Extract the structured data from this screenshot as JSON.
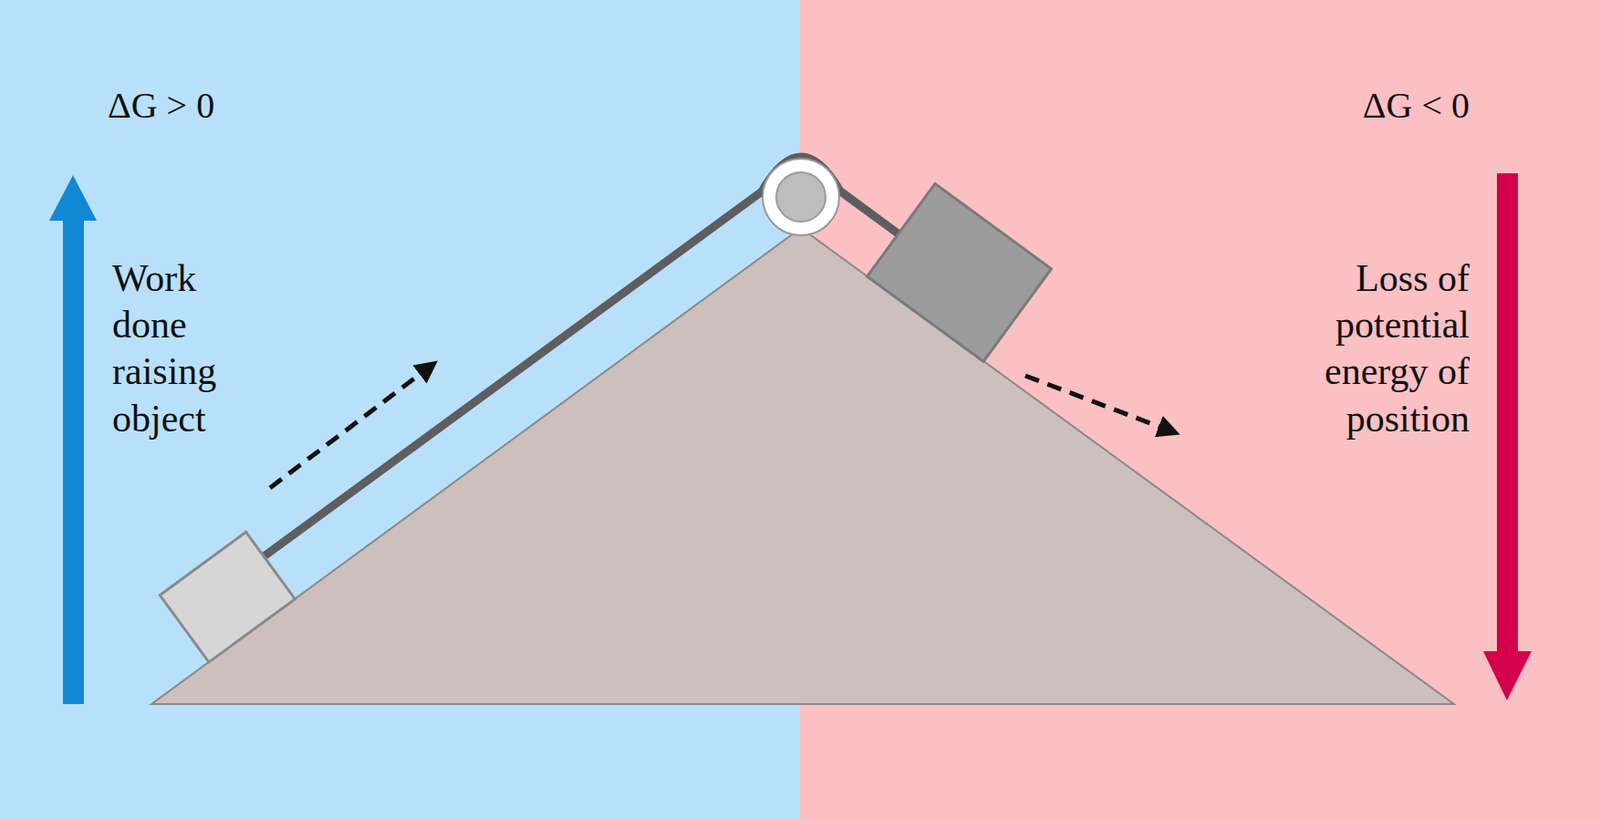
{
  "diagram": {
    "labels": [
      "ΔG > 0",
      "ΔG < 0",
      "Work done raising object",
      "Loss of potential energy of position"
    ]
  }
}
